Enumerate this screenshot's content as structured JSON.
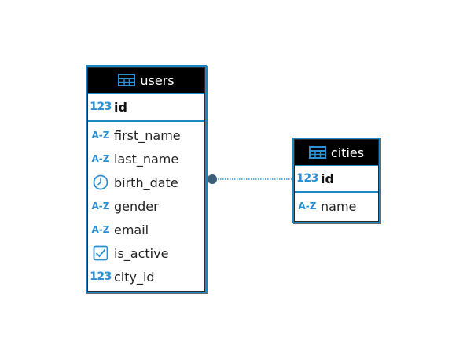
{
  "entities": {
    "users": {
      "title": "users",
      "pk": {
        "name": "id",
        "type_icon": "numeric-type-icon",
        "glyph": "123"
      },
      "columns": [
        {
          "name": "first_name",
          "type_icon": "string-type-icon",
          "glyph": "A-Z"
        },
        {
          "name": "last_name",
          "type_icon": "string-type-icon",
          "glyph": "A-Z"
        },
        {
          "name": "birth_date",
          "type_icon": "clock-icon",
          "glyph": ""
        },
        {
          "name": "gender",
          "type_icon": "string-type-icon",
          "glyph": "A-Z"
        },
        {
          "name": "email",
          "type_icon": "string-type-icon",
          "glyph": "A-Z"
        },
        {
          "name": "is_active",
          "type_icon": "checkbox-icon",
          "glyph": ""
        },
        {
          "name": "city_id",
          "type_icon": "numeric-type-icon",
          "glyph": "123"
        }
      ]
    },
    "cities": {
      "title": "cities",
      "pk": {
        "name": "id",
        "type_icon": "numeric-type-icon",
        "glyph": "123"
      },
      "columns": [
        {
          "name": "name",
          "type_icon": "string-type-icon",
          "glyph": "A-Z"
        }
      ]
    }
  },
  "relationship": {
    "from": "users.city_id",
    "to": "cities.id",
    "style": "dotted"
  },
  "colors": {
    "accent": "#1d87c5",
    "header_bg": "#000000",
    "header_text": "#ffffff",
    "icon": "#2b8fd4",
    "connector": "#2b8fd4",
    "endpoint": "#3a5f7a"
  }
}
